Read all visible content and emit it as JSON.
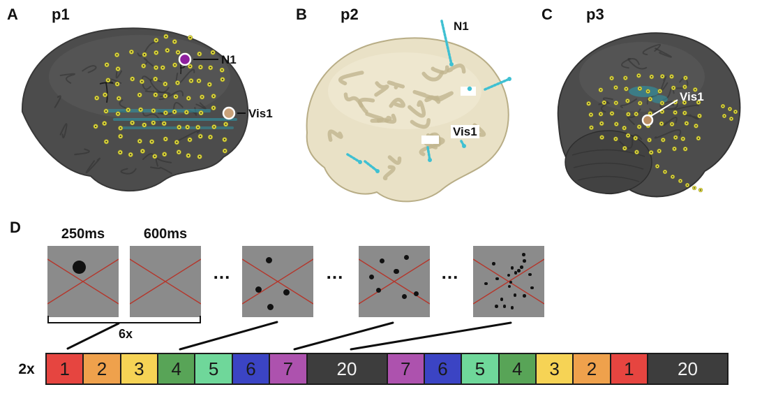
{
  "figure": {
    "panels": {
      "a": {
        "letter": "A",
        "subject": "p1",
        "n1_label": "N1",
        "vis1_label": "Vis1"
      },
      "b": {
        "letter": "B",
        "subject": "p2",
        "n1_label": "N1",
        "vis1_label": "Vis1"
      },
      "c": {
        "letter": "C",
        "subject": "p3",
        "vis1_label": "Vis1"
      }
    },
    "paradigm": {
      "letter": "D",
      "ellipsis": "...",
      "trial_repeat_label": "6x",
      "run_repeat_label": "2x",
      "frames": [
        {
          "duration_label": "250ms",
          "dot_count": 1,
          "dot_radius": 9.5,
          "dots": [
            [
              0.45,
              0.3
            ]
          ]
        },
        {
          "duration_label": "600ms",
          "dot_count": 0,
          "dot_radius": 0,
          "dots": []
        },
        {
          "duration_label": "",
          "dot_count": 4,
          "dot_radius": 4.5,
          "dots": [
            [
              0.38,
              0.2
            ],
            [
              0.23,
              0.61
            ],
            [
              0.62,
              0.65
            ],
            [
              0.4,
              0.86
            ]
          ]
        },
        {
          "duration_label": "",
          "dot_count": 7,
          "dot_radius": 3.6,
          "dots": [
            [
              0.33,
              0.21
            ],
            [
              0.67,
              0.16
            ],
            [
              0.53,
              0.36
            ],
            [
              0.18,
              0.44
            ],
            [
              0.28,
              0.62
            ],
            [
              0.64,
              0.71
            ],
            [
              0.81,
              0.67
            ]
          ]
        },
        {
          "duration_label": "",
          "dot_count": 20,
          "dot_radius": 2.3,
          "dots": [
            [
              0.71,
              0.12
            ],
            [
              0.72,
              0.21
            ],
            [
              0.29,
              0.25
            ],
            [
              0.55,
              0.31
            ],
            [
              0.68,
              0.3
            ],
            [
              0.64,
              0.35
            ],
            [
              0.5,
              0.41
            ],
            [
              0.34,
              0.46
            ],
            [
              0.8,
              0.4
            ],
            [
              0.53,
              0.51
            ],
            [
              0.18,
              0.53
            ],
            [
              0.51,
              0.57
            ],
            [
              0.83,
              0.59
            ],
            [
              0.59,
              0.69
            ],
            [
              0.72,
              0.7
            ],
            [
              0.4,
              0.75
            ],
            [
              0.6,
              0.38
            ],
            [
              0.33,
              0.85
            ],
            [
              0.44,
              0.85
            ],
            [
              0.55,
              0.87
            ]
          ]
        }
      ],
      "sequence_blocks": [
        {
          "label": "1",
          "color": "#e64540",
          "text_color": "#1a1a1a",
          "wide": false
        },
        {
          "label": "2",
          "color": "#efa14c",
          "text_color": "#1a1a1a",
          "wide": false
        },
        {
          "label": "3",
          "color": "#f6d355",
          "text_color": "#1a1a1a",
          "wide": false
        },
        {
          "label": "4",
          "color": "#58a457",
          "text_color": "#1a1a1a",
          "wide": false
        },
        {
          "label": "5",
          "color": "#6fd79a",
          "text_color": "#1a1a1a",
          "wide": false
        },
        {
          "label": "6",
          "color": "#3b44c4",
          "text_color": "#1a1a1a",
          "wide": false
        },
        {
          "label": "7",
          "color": "#ad52ae",
          "text_color": "#1a1a1a",
          "wide": false
        },
        {
          "label": "20",
          "color": "#3d3d3d",
          "text_color": "#f2f2f2",
          "wide": true
        },
        {
          "label": "7",
          "color": "#ad52ae",
          "text_color": "#1a1a1a",
          "wide": false
        },
        {
          "label": "6",
          "color": "#3b44c4",
          "text_color": "#1a1a1a",
          "wide": false
        },
        {
          "label": "5",
          "color": "#6fd79a",
          "text_color": "#1a1a1a",
          "wide": false
        },
        {
          "label": "4",
          "color": "#58a457",
          "text_color": "#1a1a1a",
          "wide": false
        },
        {
          "label": "3",
          "color": "#f6d355",
          "text_color": "#1a1a1a",
          "wide": false
        },
        {
          "label": "2",
          "color": "#efa14c",
          "text_color": "#1a1a1a",
          "wide": false
        },
        {
          "label": "1",
          "color": "#e64540",
          "text_color": "#1a1a1a",
          "wide": false
        },
        {
          "label": "20",
          "color": "#3d3d3d",
          "text_color": "#f2f2f2",
          "wide": true
        }
      ]
    },
    "colors": {
      "stimulus_bg": "#8b8b8b",
      "fixation_cross": "#b5362b",
      "stimulus_dot": "#111111",
      "electrode_yellow": "#e8e23c",
      "electrode_track_cyan": "#3fc0d2",
      "marker_n1_purple": "#8e1f9e",
      "marker_vis1_tan": "#c9a179",
      "brain_dark": "#4c4c4c",
      "brain_cream": "#e9e1c6",
      "sequence_rest_gray": "#3d3d3d"
    }
  }
}
